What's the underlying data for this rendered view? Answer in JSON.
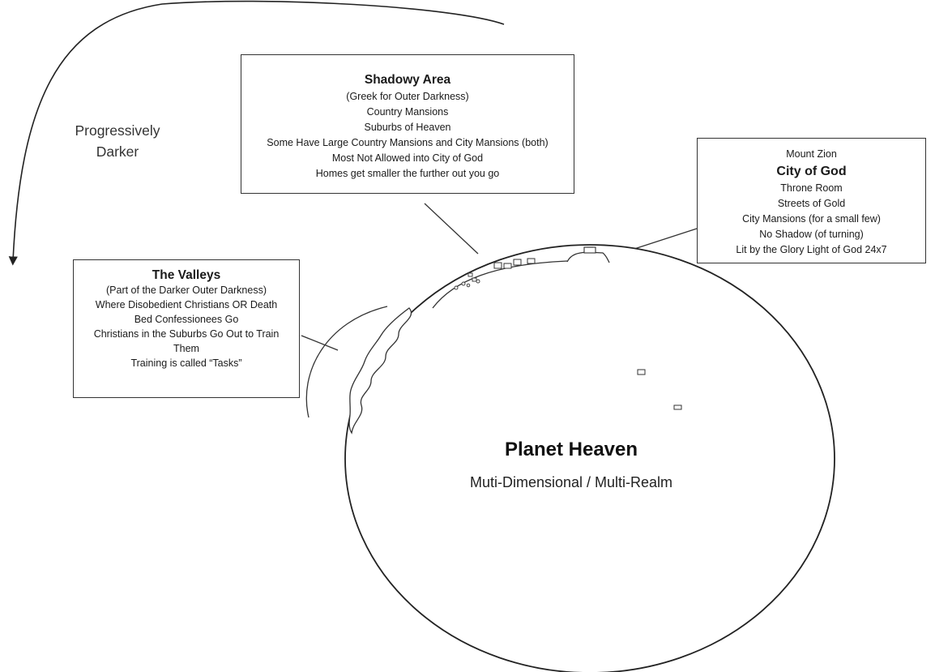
{
  "progressive_label": [
    "Progressively",
    "Darker"
  ],
  "shadowy_area": {
    "title": "Shadowy Area",
    "lines": [
      "(Greek for Outer Darkness)",
      "Country Mansions",
      "Suburbs of Heaven",
      "Some Have Large Country Mansions and City Mansions (both)",
      "Most Not Allowed into City of God",
      "Homes get smaller the further out you go"
    ]
  },
  "city_of_god": {
    "pretitle": "Mount Zion",
    "title": "City of God",
    "lines": [
      "Throne Room",
      "Streets of Gold",
      "City Mansions (for a small few)",
      "No Shadow (of turning)",
      "Lit by the Glory Light of God 24x7"
    ]
  },
  "valleys": {
    "title": "The Valleys",
    "lines": [
      "(Part of the Darker Outer Darkness)",
      "Where Disobedient Christians OR Death",
      "Bed Confessionees Go",
      "Christians in the Suburbs Go Out to Train",
      "Them",
      "Training is called “Tasks”"
    ]
  },
  "planet": {
    "title": "Planet Heaven",
    "subtitle": "Muti-Dimensional / Multi-Realm"
  }
}
